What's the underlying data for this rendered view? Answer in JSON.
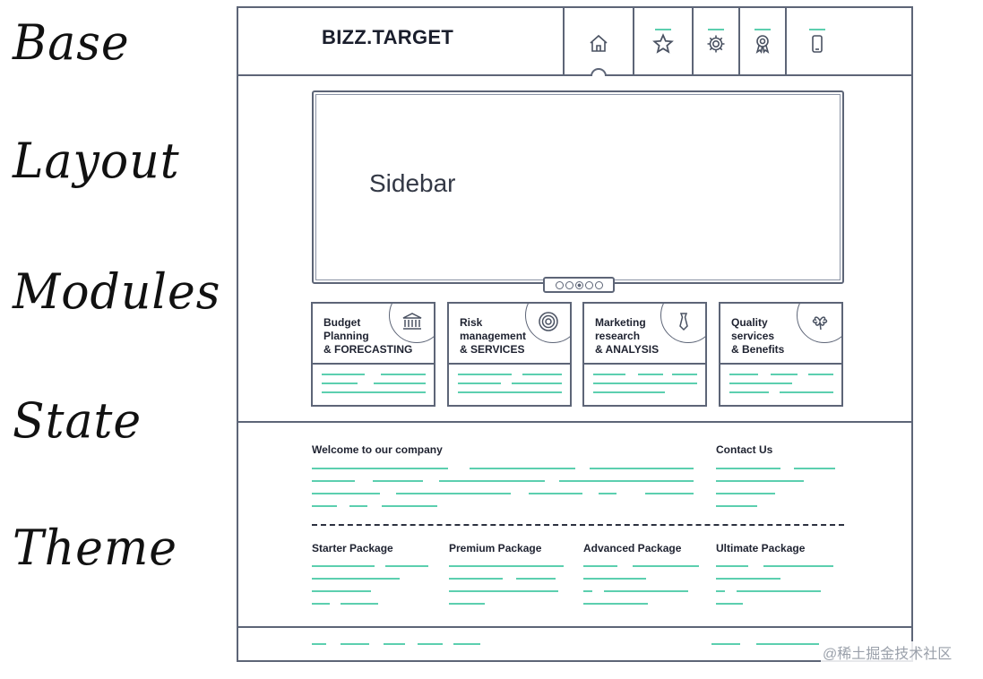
{
  "labels": [
    "Base",
    "Layout",
    "Modules",
    "State",
    "Theme"
  ],
  "brand": "BIZZ.TARGET",
  "nav": [
    {
      "icon": "home-icon",
      "active": true
    },
    {
      "icon": "star-icon"
    },
    {
      "icon": "gear-icon"
    },
    {
      "icon": "award-icon"
    },
    {
      "icon": "phone-icon"
    }
  ],
  "slider": {
    "label": "Sidebar",
    "dots": 5,
    "active_dot": 3
  },
  "cards": [
    {
      "lines": [
        "Budget",
        "Planning",
        "& FORECASTING"
      ],
      "icon": "bank-icon"
    },
    {
      "lines": [
        "Risk",
        "management",
        "& SERVICES"
      ],
      "icon": "target-icon"
    },
    {
      "lines": [
        "Marketing",
        "research",
        "& ANALYSIS"
      ],
      "icon": "tie-icon"
    },
    {
      "lines": [
        "Quality",
        "services",
        "& Benefits"
      ],
      "icon": "clover-icon"
    }
  ],
  "welcome": {
    "title": "Welcome to our company"
  },
  "contact": {
    "title": "Contact Us"
  },
  "packages": [
    "Starter Package",
    "Premium Package",
    "Advanced Package",
    "Ultimate Package"
  ],
  "watermark": "@稀土掘金技术社区",
  "colors": {
    "outline": "#5d6577",
    "accent": "#5ccfaf",
    "text": "#1e2230"
  }
}
